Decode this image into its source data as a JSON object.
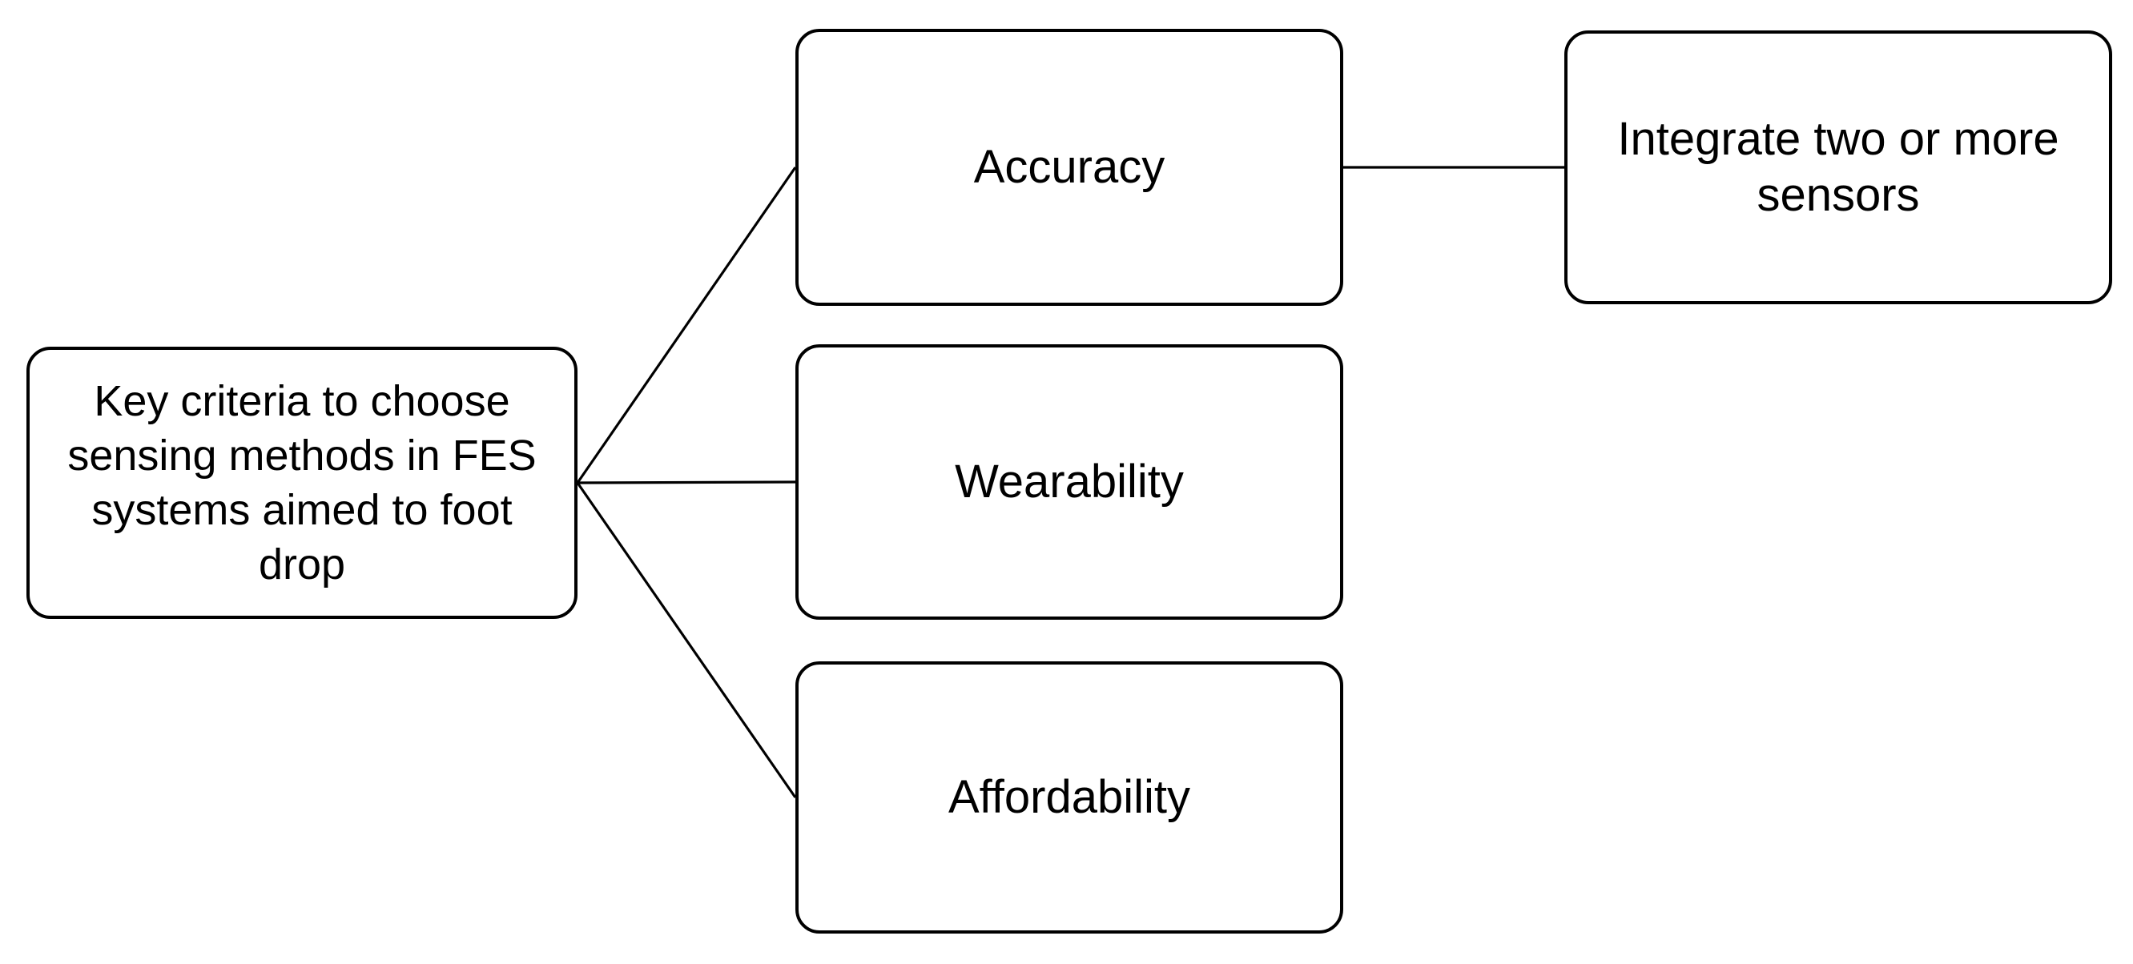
{
  "diagram": {
    "nodes": {
      "root": {
        "label": "Key criteria to choose\nsensing methods in FES\nsystems aimed to foot\ndrop"
      },
      "accuracy": {
        "label": "Accuracy"
      },
      "wearability": {
        "label": "Wearability"
      },
      "affordability": {
        "label": "Affordability"
      },
      "integrate": {
        "label": "Integrate two or more\nsensors"
      }
    },
    "edges": [
      {
        "from": "root",
        "to": "accuracy"
      },
      {
        "from": "root",
        "to": "wearability"
      },
      {
        "from": "root",
        "to": "affordability"
      },
      {
        "from": "accuracy",
        "to": "integrate"
      }
    ],
    "colors": {
      "stroke": "#000000",
      "node_fill": "#ffffff",
      "text": "#000000",
      "background": "#ffffff"
    }
  }
}
